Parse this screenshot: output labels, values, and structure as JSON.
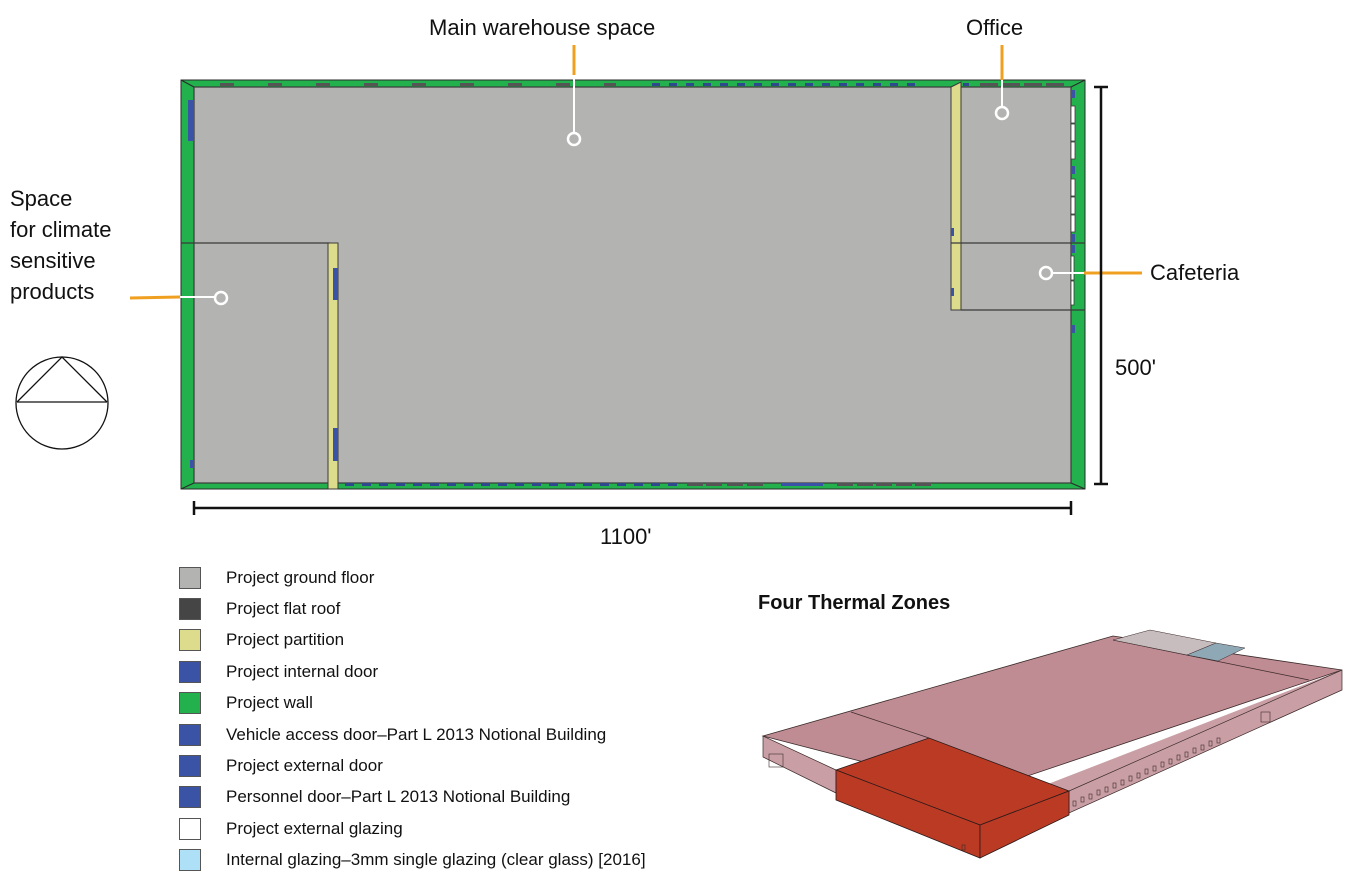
{
  "floorplan": {
    "callouts": {
      "main_warehouse": "Main warehouse space",
      "office": "Office",
      "cafeteria": "Cafeteria",
      "climate_space": [
        "Space",
        "for climate",
        "sensitive",
        "products"
      ]
    },
    "dimensions": {
      "width": "1100'",
      "height": "500'"
    },
    "colors": {
      "floor": "#b3b4b2",
      "wall": "#22b14c",
      "partition": "#dcdc8c",
      "door": "#3a53a4",
      "glazing": "#ffffff",
      "callout_line": "#f0a020"
    }
  },
  "legend": {
    "items": [
      {
        "label": "Project ground floor",
        "color": "#b3b4b2"
      },
      {
        "label": "Project flat roof",
        "color": "#454545"
      },
      {
        "label": "Project partition",
        "color": "#dcdc8c"
      },
      {
        "label": "Project internal door",
        "color": "#3a53a4"
      },
      {
        "label": "Project wall",
        "color": "#22b14c"
      },
      {
        "label": "Vehicle access door–Part L 2013 Notional Building",
        "color": "#3a53a4"
      },
      {
        "label": "Project external door",
        "color": "#3a53a4"
      },
      {
        "label": "Personnel door–Part L 2013 Notional Building",
        "color": "#3a53a4"
      },
      {
        "label": "Project external glazing",
        "color": "#ffffff"
      },
      {
        "label": "Internal glazing–3mm single glazing (clear glass) [2016]",
        "color": "#aee0f8"
      }
    ]
  },
  "thermal_zones": {
    "title": "Four Thermal Zones",
    "colors": {
      "warehouse": "#bf8c93",
      "climate": "#bb3a24",
      "office": "#c7bcbe",
      "cafeteria": "#8fa8b6"
    }
  }
}
